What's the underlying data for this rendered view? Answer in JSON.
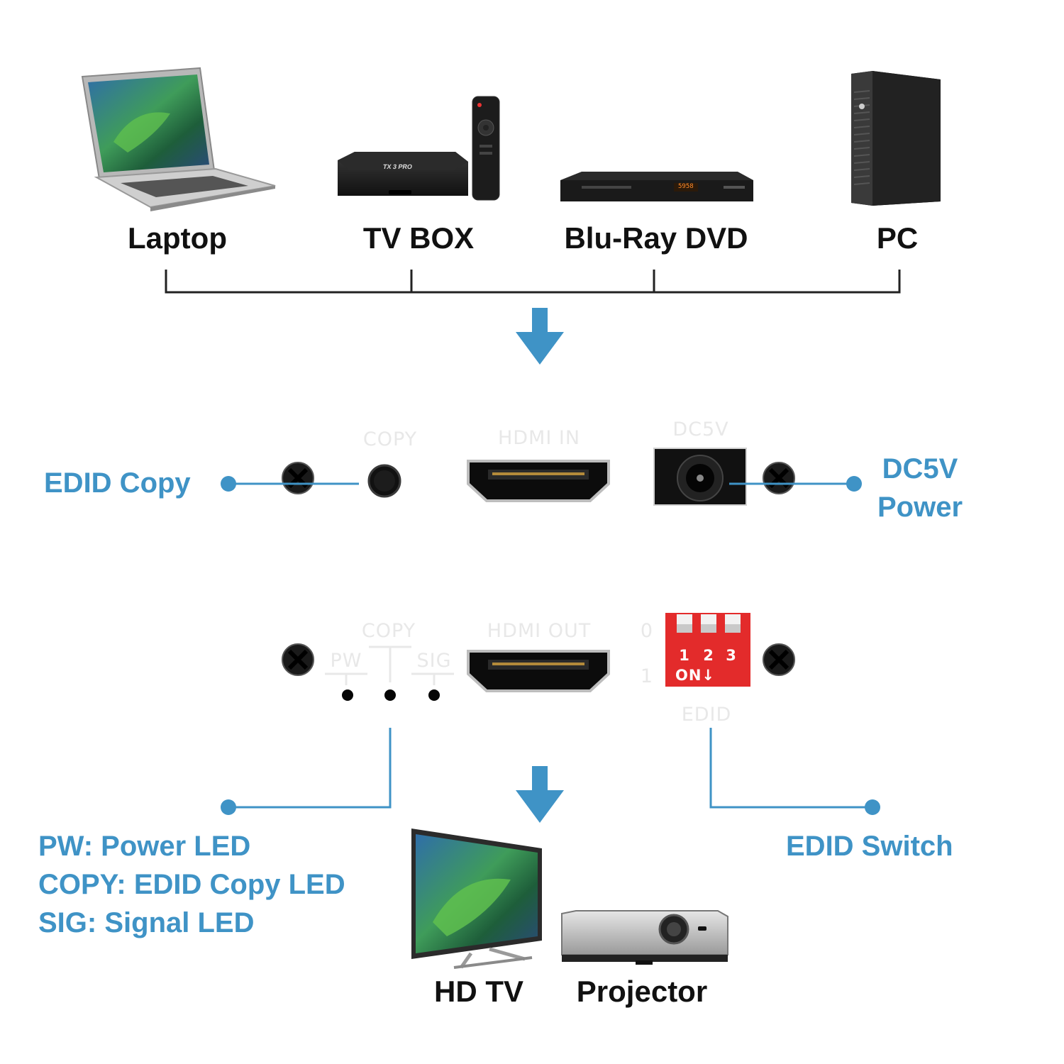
{
  "sources": [
    {
      "label": "Laptop",
      "icon": "laptop-icon"
    },
    {
      "label": "TV BOX",
      "icon": "tv-box-icon",
      "device_text": "TX 3 PRO"
    },
    {
      "label": "Blu-Ray DVD",
      "icon": "bluray-player-icon",
      "device_text": "5958"
    },
    {
      "label": "PC",
      "icon": "desktop-pc-icon"
    }
  ],
  "front_panel": {
    "copy_label": "COPY",
    "hdmi_in_label": "HDMI IN",
    "dc_label": "DC5V"
  },
  "back_panel": {
    "copy_label": "COPY",
    "pw_label": "PW",
    "sig_label": "SIG",
    "hdmi_out_label": "HDMI OUT",
    "switch_0": "0",
    "switch_1": "1",
    "dip_numbers": [
      "1",
      "2",
      "3"
    ],
    "dip_on": "ON",
    "edid_label": "EDID"
  },
  "callouts": {
    "edid_copy": "EDID Copy",
    "dc_power_line1": "DC5V",
    "dc_power_line2": "Power",
    "led_lines": [
      "PW: Power LED",
      "COPY: EDID Copy LED",
      "SIG: Signal LED"
    ],
    "edid_switch": "EDID Switch"
  },
  "outputs": [
    {
      "label": "HD TV",
      "icon": "hd-tv-icon"
    },
    {
      "label": "Projector",
      "icon": "projector-icon"
    }
  ],
  "colors": {
    "accent": "#3f93c6",
    "panel": "#1f1f1f",
    "dip_switch": "#e32b2b",
    "label_text": "#111111"
  }
}
